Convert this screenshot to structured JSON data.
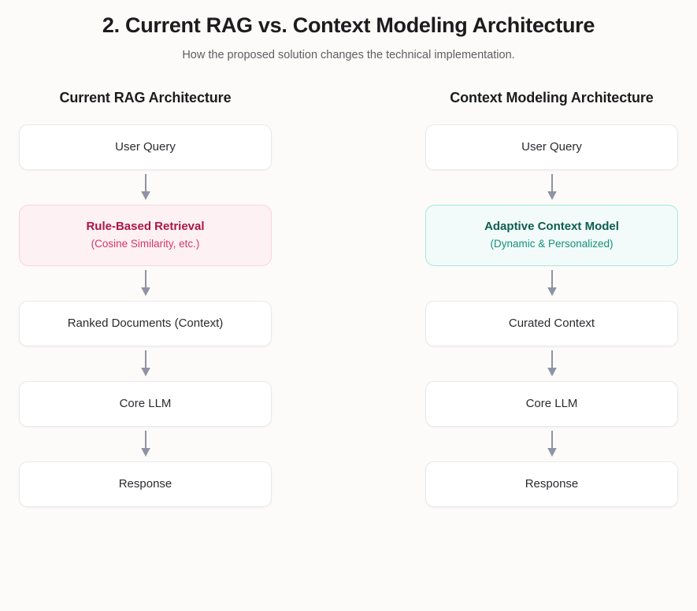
{
  "header": {
    "title": "2. Current RAG vs. Context Modeling Architecture",
    "subtitle": "How the proposed solution changes the technical implementation."
  },
  "colors": {
    "background": "#fdfbf9",
    "box_background": "#ffffff",
    "box_border": "#e9e9ed",
    "text_primary": "#1c1c1e",
    "text_secondary": "#5d5d63",
    "arrow": "#8f93a3",
    "danger_fill": "#fdf1f4",
    "danger_border": "#f7d4dc",
    "danger_title": "#ad1547",
    "danger_sub": "#d5356b",
    "accent_fill": "#f2fbf9",
    "accent_border": "#a5e7db",
    "accent_title": "#0f5d51",
    "accent_sub": "#16907c"
  },
  "icons": {
    "arrow_down": "arrow-down-icon"
  },
  "columns": [
    {
      "id": "current-rag",
      "title": "Current RAG Architecture",
      "nodes": [
        {
          "label": "User Query",
          "style": "plain"
        },
        {
          "label": "Rule-Based Retrieval",
          "sublabel": "(Cosine Similarity, etc.)",
          "style": "danger"
        },
        {
          "label": "Ranked Documents (Context)",
          "style": "plain"
        },
        {
          "label": "Core LLM",
          "style": "plain"
        },
        {
          "label": "Response",
          "style": "plain"
        }
      ]
    },
    {
      "id": "context-modeling",
      "title": "Context Modeling Architecture",
      "nodes": [
        {
          "label": "User Query",
          "style": "plain"
        },
        {
          "label": "Adaptive Context Model",
          "sublabel": "(Dynamic & Personalized)",
          "style": "accent"
        },
        {
          "label": "Curated Context",
          "style": "plain"
        },
        {
          "label": "Core LLM",
          "style": "plain"
        },
        {
          "label": "Response",
          "style": "plain"
        }
      ]
    }
  ]
}
